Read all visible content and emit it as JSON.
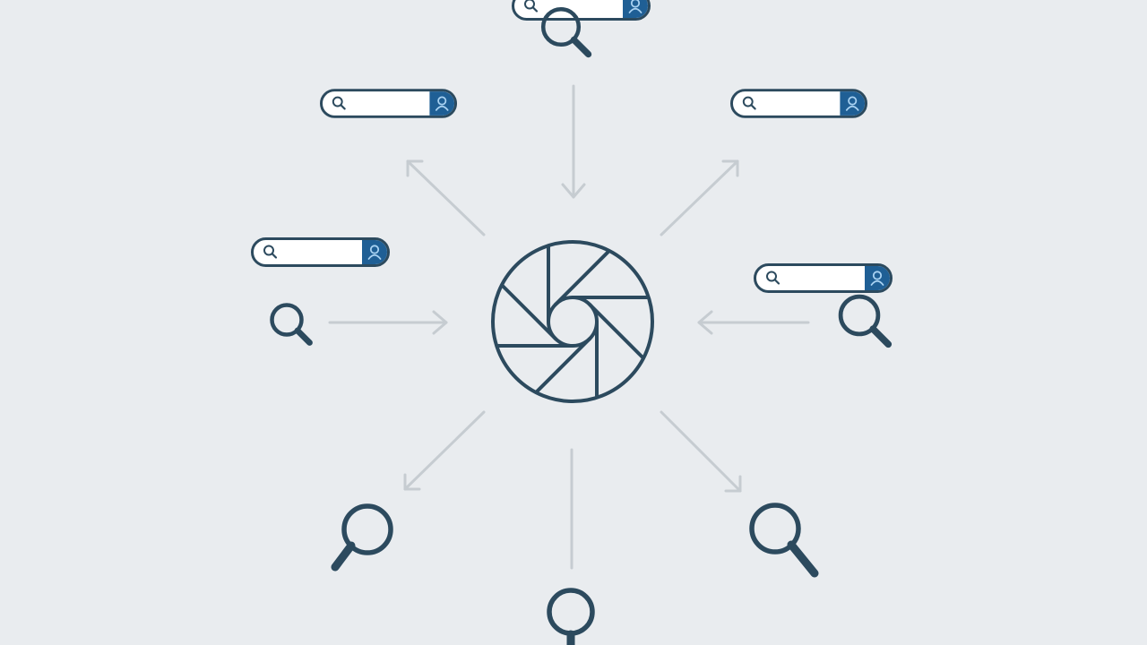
{
  "colors": {
    "background": "#e9ecef",
    "icon_dark": "#2c4a5e",
    "button_blue": "#1f5f95",
    "button_glyph": "#a9d2f2",
    "arrow": "#c6ccd1"
  },
  "diagram": {
    "hub": {
      "icon": "camera-aperture-icon"
    },
    "searchbars": [
      {
        "id": "top",
        "icon": "search-icon",
        "button_icon": "user-icon"
      },
      {
        "id": "upper-left",
        "icon": "search-icon",
        "button_icon": "user-icon"
      },
      {
        "id": "upper-right",
        "icon": "search-icon",
        "button_icon": "user-icon"
      },
      {
        "id": "left",
        "icon": "search-icon",
        "button_icon": "user-icon"
      },
      {
        "id": "right",
        "icon": "search-icon",
        "button_icon": "user-icon"
      }
    ],
    "magnifiers": [
      {
        "id": "top",
        "icon": "magnifier-icon"
      },
      {
        "id": "left",
        "icon": "magnifier-icon"
      },
      {
        "id": "right",
        "icon": "magnifier-icon"
      },
      {
        "id": "bottom-left",
        "icon": "magnifier-icon"
      },
      {
        "id": "bottom",
        "icon": "magnifier-icon"
      },
      {
        "id": "bottom-right",
        "icon": "magnifier-icon"
      }
    ],
    "arrows": [
      {
        "id": "top",
        "direction": "inward"
      },
      {
        "id": "upper-left",
        "direction": "outward"
      },
      {
        "id": "upper-right",
        "direction": "outward"
      },
      {
        "id": "left",
        "direction": "inward"
      },
      {
        "id": "right",
        "direction": "inward"
      },
      {
        "id": "lower-left",
        "direction": "outward"
      },
      {
        "id": "bottom",
        "direction": "outward"
      },
      {
        "id": "lower-right",
        "direction": "outward"
      }
    ]
  }
}
